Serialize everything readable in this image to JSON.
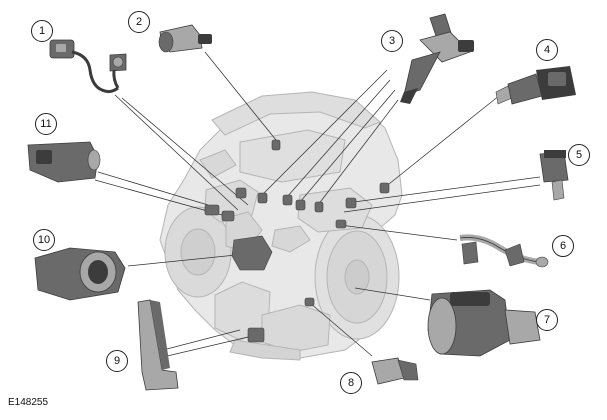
{
  "callouts": [
    {
      "label": "1"
    },
    {
      "label": "2"
    },
    {
      "label": "3"
    },
    {
      "label": "4"
    },
    {
      "label": "5"
    },
    {
      "label": "6"
    },
    {
      "label": "7"
    },
    {
      "label": "8"
    },
    {
      "label": "9"
    },
    {
      "label": "10"
    },
    {
      "label": "11"
    }
  ],
  "figure_id": "E148255",
  "colors": {
    "engine_fill": "#e8e8e8",
    "engine_stroke": "#b5b5b5",
    "component_fill": "#6a6a6a",
    "component_dark": "#3c3c3c",
    "component_light": "#a8a8a8",
    "leader_line": "#333333"
  }
}
